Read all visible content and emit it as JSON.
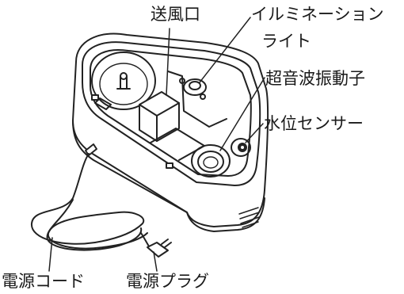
{
  "labels": {
    "air_outlet": "送風口",
    "illumination_line1": "イルミネーション",
    "illumination_line2": "ライト",
    "ultrasonic_transducer": "超音波振動子",
    "water_level_sensor": "水位センサー",
    "power_cord": "電源コード",
    "power_plug": "電源プラグ"
  }
}
